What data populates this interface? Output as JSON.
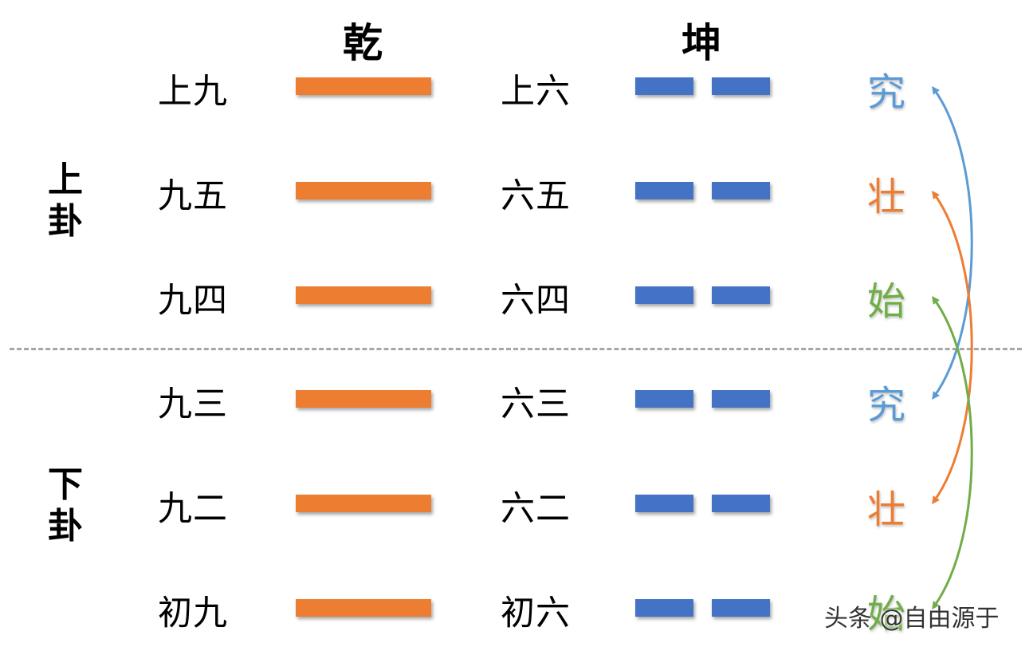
{
  "headers": {
    "qian": "乾",
    "kun": "坤"
  },
  "sides": {
    "upper": "上\n卦",
    "lower": "下\n卦"
  },
  "rows": [
    {
      "qian_name": "上九",
      "kun_name": "上六",
      "stage": "究"
    },
    {
      "qian_name": "九五",
      "kun_name": "六五",
      "stage": "壮"
    },
    {
      "qian_name": "九四",
      "kun_name": "六四",
      "stage": "始"
    },
    {
      "qian_name": "九三",
      "kun_name": "六三",
      "stage": "究"
    },
    {
      "qian_name": "九二",
      "kun_name": "六二",
      "stage": "壮"
    },
    {
      "qian_name": "初九",
      "kun_name": "初六",
      "stage": "始"
    }
  ],
  "watermark": "头条 @自由源于",
  "colors": {
    "yang": "#ed7d31",
    "yin": "#4472c4",
    "jiu": "#5b9bd5",
    "zhuang": "#ed7d31",
    "shi": "#70ad47"
  }
}
